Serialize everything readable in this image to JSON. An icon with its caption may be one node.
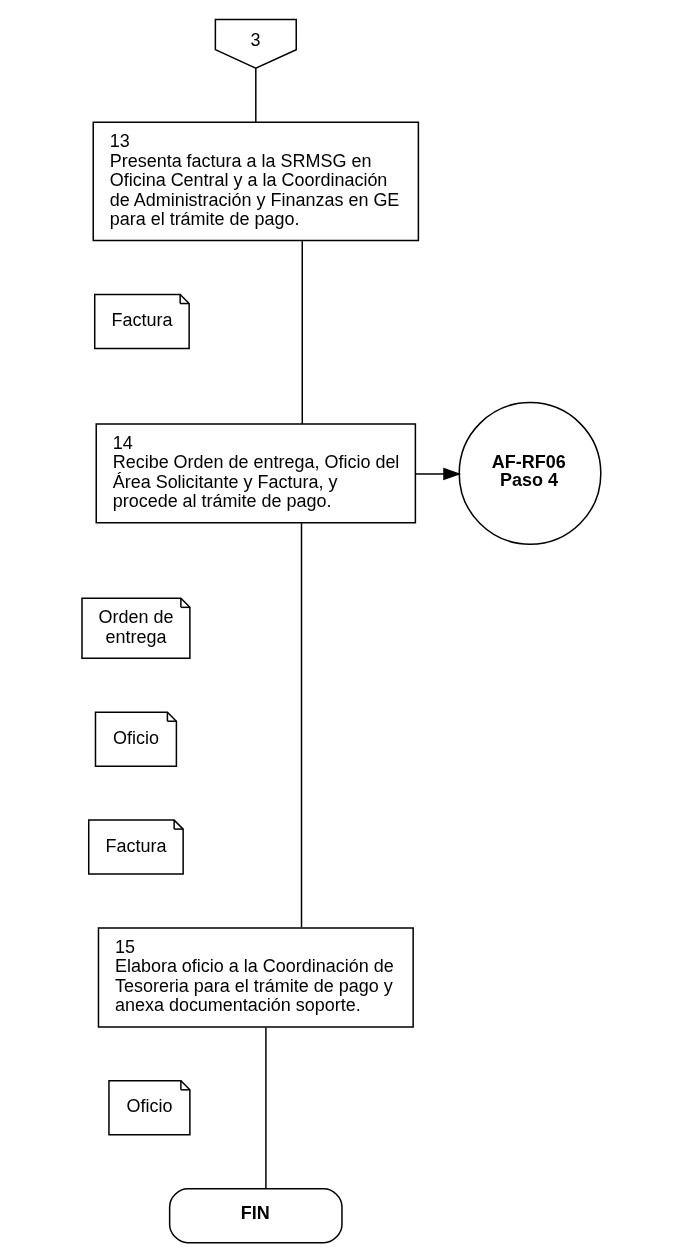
{
  "diagram": {
    "nodes": [
      {
        "text": [
          "3"
        ]
      },
      {
        "text": [
          "13",
          "Presenta factura a la SRMSG en Oficina Central y a la Coordinación de Administración y Finanzas en GE para el trámite de pago."
        ]
      },
      {
        "text": [
          "Factura"
        ]
      },
      {
        "text": [
          "14",
          "Recibe Orden de entrega, Oficio del Área Solicitante y Factura, y procede al trámite de pago."
        ]
      },
      {
        "text": [
          "AF-RF06 Paso 4"
        ]
      },
      {
        "text": [
          "Orden de entrega"
        ]
      },
      {
        "text": [
          "Oficio"
        ]
      },
      {
        "text": [
          "Factura"
        ]
      },
      {
        "text": [
          "15",
          "Elabora oficio a la Coordinación de Tesoreria para el trámite de pago y anexa documentación soporte."
        ]
      },
      {
        "text": [
          "Oficio"
        ]
      },
      {
        "text": [
          "FIN"
        ]
      }
    ],
    "edges": [
      {
        "from": 0,
        "to": 1,
        "arrow": "none"
      },
      {
        "from": 1,
        "to": 3,
        "arrow": "none"
      },
      {
        "from": 3,
        "to": 4,
        "arrow": "to"
      },
      {
        "from": 3,
        "to": 8,
        "arrow": "none"
      },
      {
        "from": 8,
        "to": 10,
        "arrow": "none"
      }
    ]
  }
}
